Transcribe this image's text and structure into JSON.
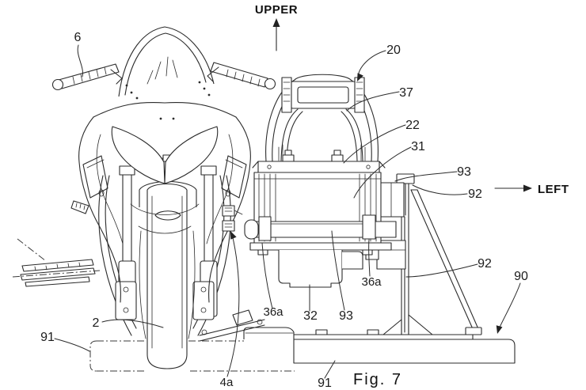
{
  "figure": {
    "caption": "Fig. 7",
    "background_color": "#ffffff",
    "line_color": "#2b2b2b"
  },
  "orientation": {
    "up_label": "UPPER",
    "left_label": "LEFT"
  },
  "reference_labels": [
    {
      "id": "ref-6",
      "text": "6"
    },
    {
      "id": "ref-20",
      "text": "20"
    },
    {
      "id": "ref-37",
      "text": "37"
    },
    {
      "id": "ref-22",
      "text": "22"
    },
    {
      "id": "ref-31",
      "text": "31"
    },
    {
      "id": "ref-93-upper",
      "text": "93"
    },
    {
      "id": "ref-92-upper",
      "text": "92"
    },
    {
      "id": "ref-92-lower",
      "text": "92"
    },
    {
      "id": "ref-90",
      "text": "90"
    },
    {
      "id": "ref-36a-right",
      "text": "36a"
    },
    {
      "id": "ref-36a-left",
      "text": "36a"
    },
    {
      "id": "ref-32",
      "text": "32"
    },
    {
      "id": "ref-93-lower",
      "text": "93"
    },
    {
      "id": "ref-2",
      "text": "2"
    },
    {
      "id": "ref-91-left",
      "text": "91"
    },
    {
      "id": "ref-91-bottom",
      "text": "91"
    },
    {
      "id": "ref-4a",
      "text": "4a"
    }
  ]
}
